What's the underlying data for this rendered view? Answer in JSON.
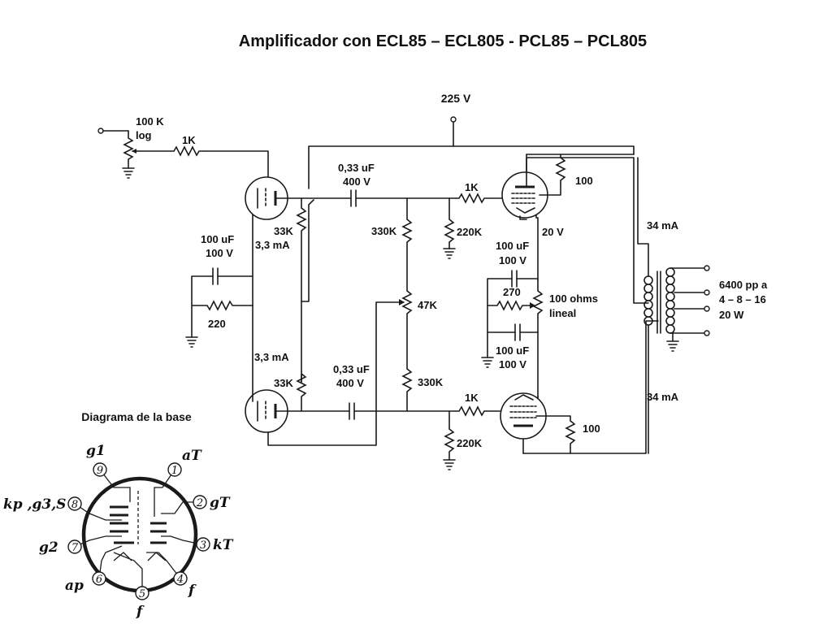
{
  "title": "Amplificador con ECL85 – ECL805 - PCL85 – PCL805",
  "supply_voltage": "225 V",
  "volume_pot": {
    "value": "100 K",
    "taper": "log"
  },
  "input_resistor": "1K",
  "cathode_bypass_cap": {
    "capacitance": "100 uF",
    "voltage": "100 V"
  },
  "cathode_resistor": "220",
  "triode_plate_load_upper": "33K",
  "triode_plate_load_lower": "33K",
  "triode_current_upper": "3,3 mA",
  "triode_current_lower": "3,3 mA",
  "coupling_cap_upper": {
    "capacitance": "0,33 uF",
    "voltage": "400 V"
  },
  "coupling_cap_lower": {
    "capacitance": "0,33 uF",
    "voltage": "400 V"
  },
  "divider_resistor_upper": "330K",
  "divider_resistor_lower": "330K",
  "balance_pot": "47K",
  "grid_stopper_upper": "1K",
  "grid_stopper_lower": "1K",
  "grid_leak_upper": "220K",
  "grid_leak_lower": "220K",
  "screen_resistor_upper": "100",
  "screen_resistor_lower": "100",
  "cathode_voltage": "20 V",
  "output_cathode_cap_upper": {
    "capacitance": "100 uF",
    "voltage": "100 V"
  },
  "output_cathode_cap_lower": {
    "capacitance": "100 uF",
    "voltage": "100 V"
  },
  "output_cathode_resistor": "270",
  "hum_pot": {
    "value": "100 ohms",
    "taper": "lineal"
  },
  "plate_current_upper": "34 mA",
  "plate_current_lower": "34 mA",
  "output_transformer": {
    "impedance": "6400 pp a",
    "taps": "4 – 8 – 16",
    "power": "20 W"
  },
  "base_diagram": {
    "heading": "Diagrama de la base",
    "pins": [
      {
        "number": "1",
        "name": "aT"
      },
      {
        "number": "2",
        "name": "gT"
      },
      {
        "number": "3",
        "name": "kT"
      },
      {
        "number": "4",
        "name": "f"
      },
      {
        "number": "5",
        "name": "f"
      },
      {
        "number": "6",
        "name": "ap"
      },
      {
        "number": "7",
        "name": "g2"
      },
      {
        "number": "8",
        "name": "kp ,g3,S"
      },
      {
        "number": "9",
        "name": "g1"
      }
    ]
  }
}
